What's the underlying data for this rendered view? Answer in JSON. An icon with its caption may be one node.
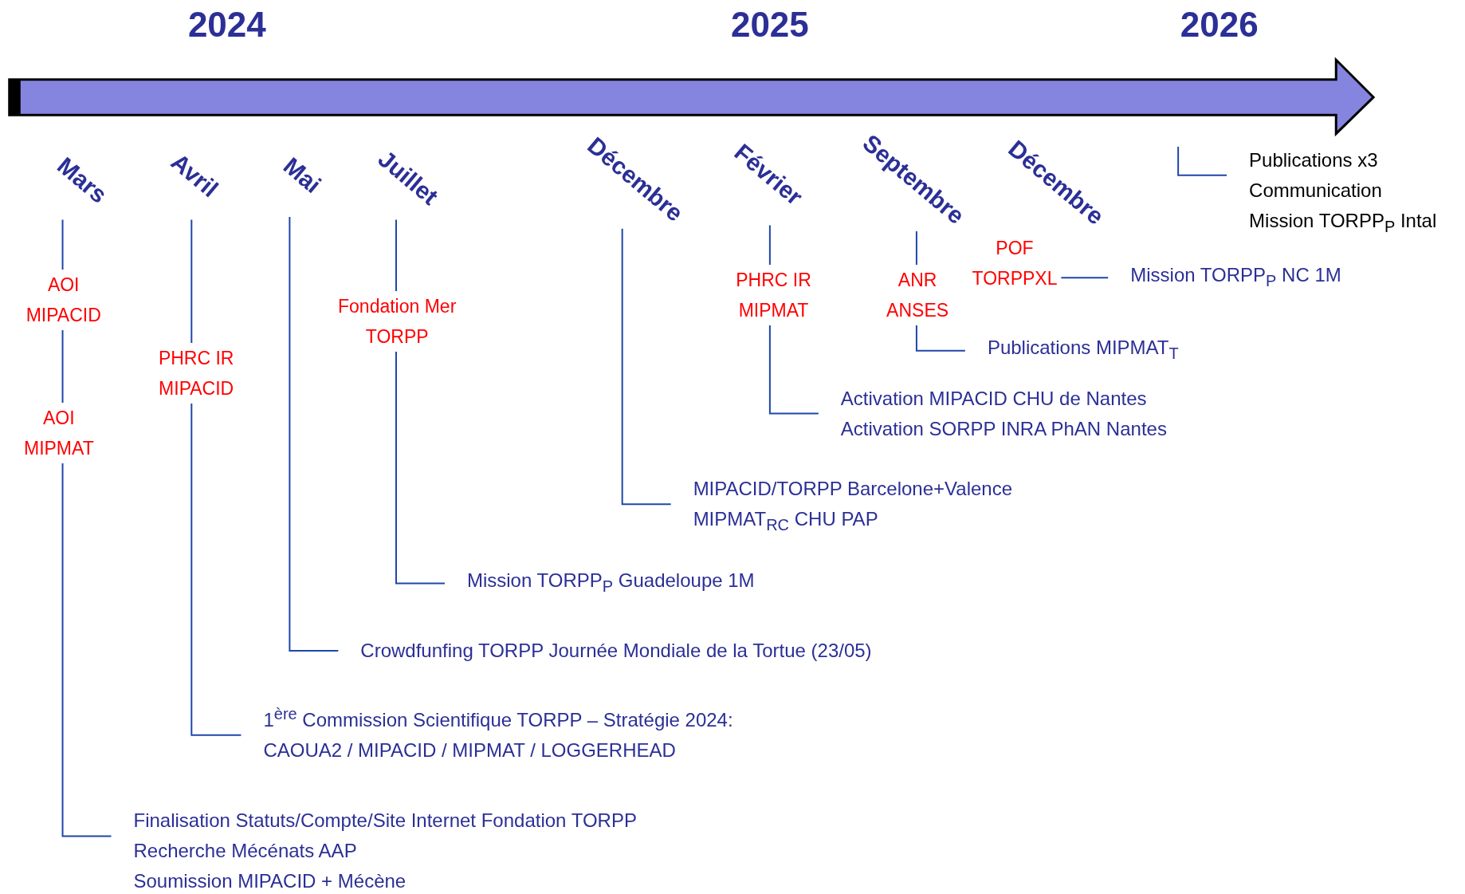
{
  "diagram": {
    "nodes": [
      {
        "text": [
          "Mars"
        ]
      },
      {
        "text": [
          "Avril"
        ]
      },
      {
        "text": [
          "Mai"
        ]
      },
      {
        "text": [
          "Juillet"
        ]
      },
      {
        "text": [
          "Décembre"
        ]
      },
      {
        "text": [
          "Février"
        ]
      },
      {
        "text": [
          "Septembre"
        ]
      },
      {
        "text": [
          "Décembre"
        ]
      },
      {
        "text": [
          "Finalisation Statuts/Compte/Site Internet Fondation TORPP",
          "Recherche Mécénats  AAP",
          "Soumission MIPACID + Mécène"
        ]
      },
      {
        "text": [
          "1$^{ère}$ Commission Scientifique TORPP – Stratégie 2024:",
          "CAOUA2 / MIPACID / MIPMAT / LOGGERHEAD"
        ]
      },
      {
        "text": [
          "Crowdfunfing TORPP Journée Mondiale de la Tortue (23/05)"
        ]
      },
      {
        "text": [
          "Mission TORPP$_{P}$ Guadeloupe 1M"
        ]
      },
      {
        "text": [
          "MIPACID/TORPP Barcelone+Valence",
          "MIPMAT$_{RC}$ CHU PAP"
        ]
      },
      {
        "text": [
          "Activation MIPACID CHU de Nantes",
          "Activation SORPP INRA PhAN Nantes"
        ]
      },
      {
        "text": [
          "Publications MIPMAT$_{T}$"
        ]
      },
      {
        "text": [
          "Mission TORPP$_{P}$ NC 1M"
        ]
      },
      {
        "text": [
          "Publications x3",
          "Communication",
          "Mission TORPP$_{P}$  Intal"
        ]
      }
    ],
    "edges": [
      {
        "from": 0,
        "to": 8,
        "arrow": "none"
      },
      {
        "from": 1,
        "to": 9,
        "arrow": "none"
      },
      {
        "from": 2,
        "to": 10,
        "arrow": "none"
      },
      {
        "from": 3,
        "to": 11,
        "arrow": "none"
      },
      {
        "from": 4,
        "to": 12,
        "arrow": "none"
      },
      {
        "from": 5,
        "to": 13,
        "arrow": "none"
      },
      {
        "from": 6,
        "to": 14,
        "arrow": "none"
      },
      {
        "from": 7,
        "to": 15,
        "arrow": "none"
      },
      {
        "from": null,
        "to": 16,
        "arrow": "none"
      }
    ],
    "labels": [
      "2024",
      "2025",
      "2026",
      "AOI MIPACID",
      "AOI MIPMAT",
      "PHRC IR MIPACID",
      "Fondation Mer TORPP",
      "PHRC IR MIPMAT",
      "ANR ANSES",
      "POF TORPPXL"
    ]
  }
}
